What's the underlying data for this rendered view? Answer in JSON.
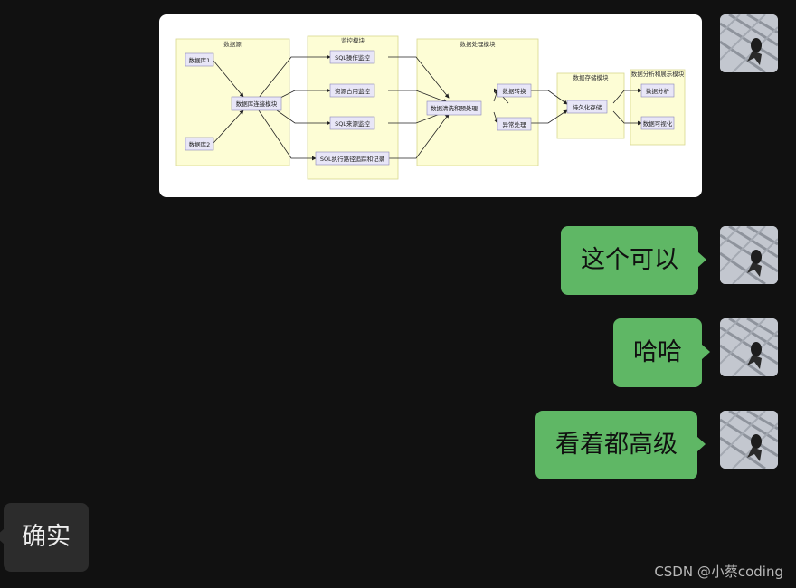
{
  "diagram": {
    "groups": {
      "source": "数据源",
      "monitor": "监控模块",
      "processing": "数据处理模块",
      "storage": "数据存储模块",
      "analysis": "数据分析和展示模块"
    },
    "nodes": {
      "db1": "数据库1",
      "db2": "数据库2",
      "connector": "数据库连接模块",
      "sql_op": "SQL操作监控",
      "resource": "资源占用监控",
      "sql_source": "SQL来源监控",
      "sql_trace": "SQL执行路径追踪和记录",
      "cleaning": "数据清洗和预处理",
      "transform": "数据转换",
      "anomaly": "异常处理",
      "persist": "持久化存储",
      "analysis": "数据分析",
      "visual": "数据可视化"
    }
  },
  "messages": [
    {
      "side": "right",
      "text": "这个可以"
    },
    {
      "side": "right",
      "text": "哈哈"
    },
    {
      "side": "right",
      "text": "看着都高级"
    },
    {
      "side": "left",
      "text": "确实"
    }
  ],
  "watermark": "CSDN @小蔡coding",
  "colors": {
    "bubble_out": "#5fb765",
    "bubble_in": "#2c2c2c",
    "background": "#111111"
  }
}
